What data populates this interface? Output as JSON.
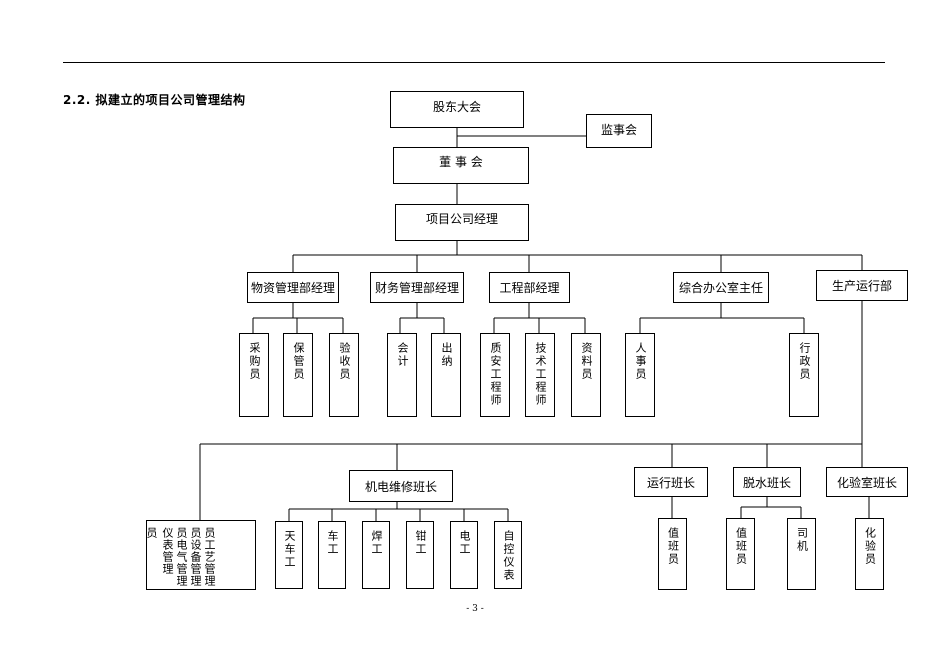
{
  "section_title": "2.2.  拟建立的项目公司管理结构",
  "footer": "- 3 -",
  "top": {
    "shareholders": "股东大会",
    "supervisors": "监事会",
    "board": "董 事 会",
    "manager": "项目公司经理"
  },
  "departments": {
    "materials": "物资管理部经理",
    "finance": "财务管理部经理",
    "engineering": "工程部经理",
    "office": "综合办公室主任",
    "production": "生产运行部"
  },
  "staff": {
    "purchasing": "采购员",
    "custodian": "保管员",
    "inspector": "验收员",
    "accountant": "会计",
    "cashier": "出纳",
    "quality_engineer": "质安工程师",
    "technical_engineer": "技术工程师",
    "records": "资料员",
    "personnel": "人事员",
    "admin": "行政员"
  },
  "production": {
    "mech_lead": "机电维修班长",
    "ops_lead": "运行班长",
    "dewater_lead": "脱水班长",
    "lab_lead": "化验室班长",
    "managers_cols": [
      "员",
      "仪表管理",
      "员电气管理",
      "员设备管理",
      "员工艺管理"
    ],
    "crew": [
      "天车工",
      "车工",
      "焊工",
      "钳工",
      "电工",
      "自控仪表"
    ],
    "ops_staff": "值班员",
    "dewater_staff": "值班员",
    "driver": "司机",
    "chemist": "化验员"
  }
}
